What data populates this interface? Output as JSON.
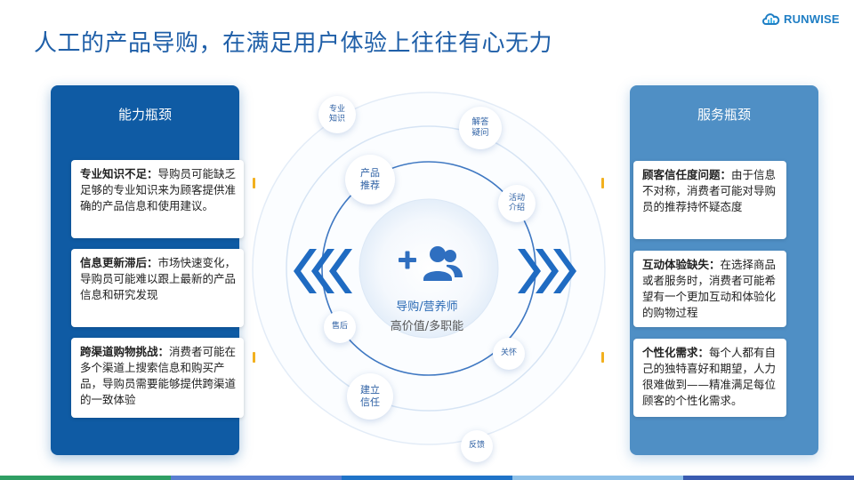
{
  "title": "人工的产品导购，在满足用户体验上往往有心无力",
  "logo": {
    "text": "RUNWISE",
    "icon": "cloud-logo-icon"
  },
  "left_panel": {
    "title": "能力瓶颈",
    "cards": [
      {
        "heading": "专业知识不足",
        "body": "导购员可能缺乏足够的专业知识来为顾客提供准确的产品信息和使用建议。"
      },
      {
        "heading": "信息更新滞后",
        "body": "市场快速变化，导购员可能难以跟上最新的产品信息和研究发现"
      },
      {
        "heading": "跨渠道购物挑战",
        "body": "消费者可能在多个渠道上搜索信息和购买产品，导购员需要能够提供跨渠道的一致体验"
      }
    ]
  },
  "right_panel": {
    "title": "服务瓶颈",
    "cards": [
      {
        "heading": "顾客信任度问题",
        "body": "由于信息不对称，消费者可能对导购员的推荐持怀疑态度"
      },
      {
        "heading": "互动体验缺失",
        "body": "在选择商品或者服务时，消费者可能希望有一个更加互动和体验化的购物过程"
      },
      {
        "heading": "个性化需求",
        "body": "每个人都有自己的独特喜好和期望，人力很难做到——精准满足每位顾客的个性化需求。"
      }
    ]
  },
  "diagram": {
    "center_icon": "add-users-icon",
    "center_label": "导购/营养师",
    "center_sub": "高价值/多职能",
    "bubbles": [
      {
        "line1": "专业",
        "line2": "知识"
      },
      {
        "line1": "解答",
        "line2": "疑问"
      },
      {
        "line1": "产品",
        "line2": "推荐"
      },
      {
        "line1": "活动",
        "line2": "介绍"
      },
      {
        "line1": "售后",
        "line2": ""
      },
      {
        "line1": "关怀",
        "line2": ""
      },
      {
        "line1": "建立",
        "line2": "信任"
      },
      {
        "line1": "反馈",
        "line2": ""
      }
    ]
  },
  "colors": {
    "title": "#1f5fa8",
    "left_panel": "#0f5ba4",
    "right_panel": "#4f8fc5",
    "accent_tick": "#f2b01e",
    "bottom_bar": [
      "#2f9e63",
      "#5b7fd1",
      "#1f73c8",
      "#8fc1e8",
      "#3a5bb0"
    ]
  }
}
